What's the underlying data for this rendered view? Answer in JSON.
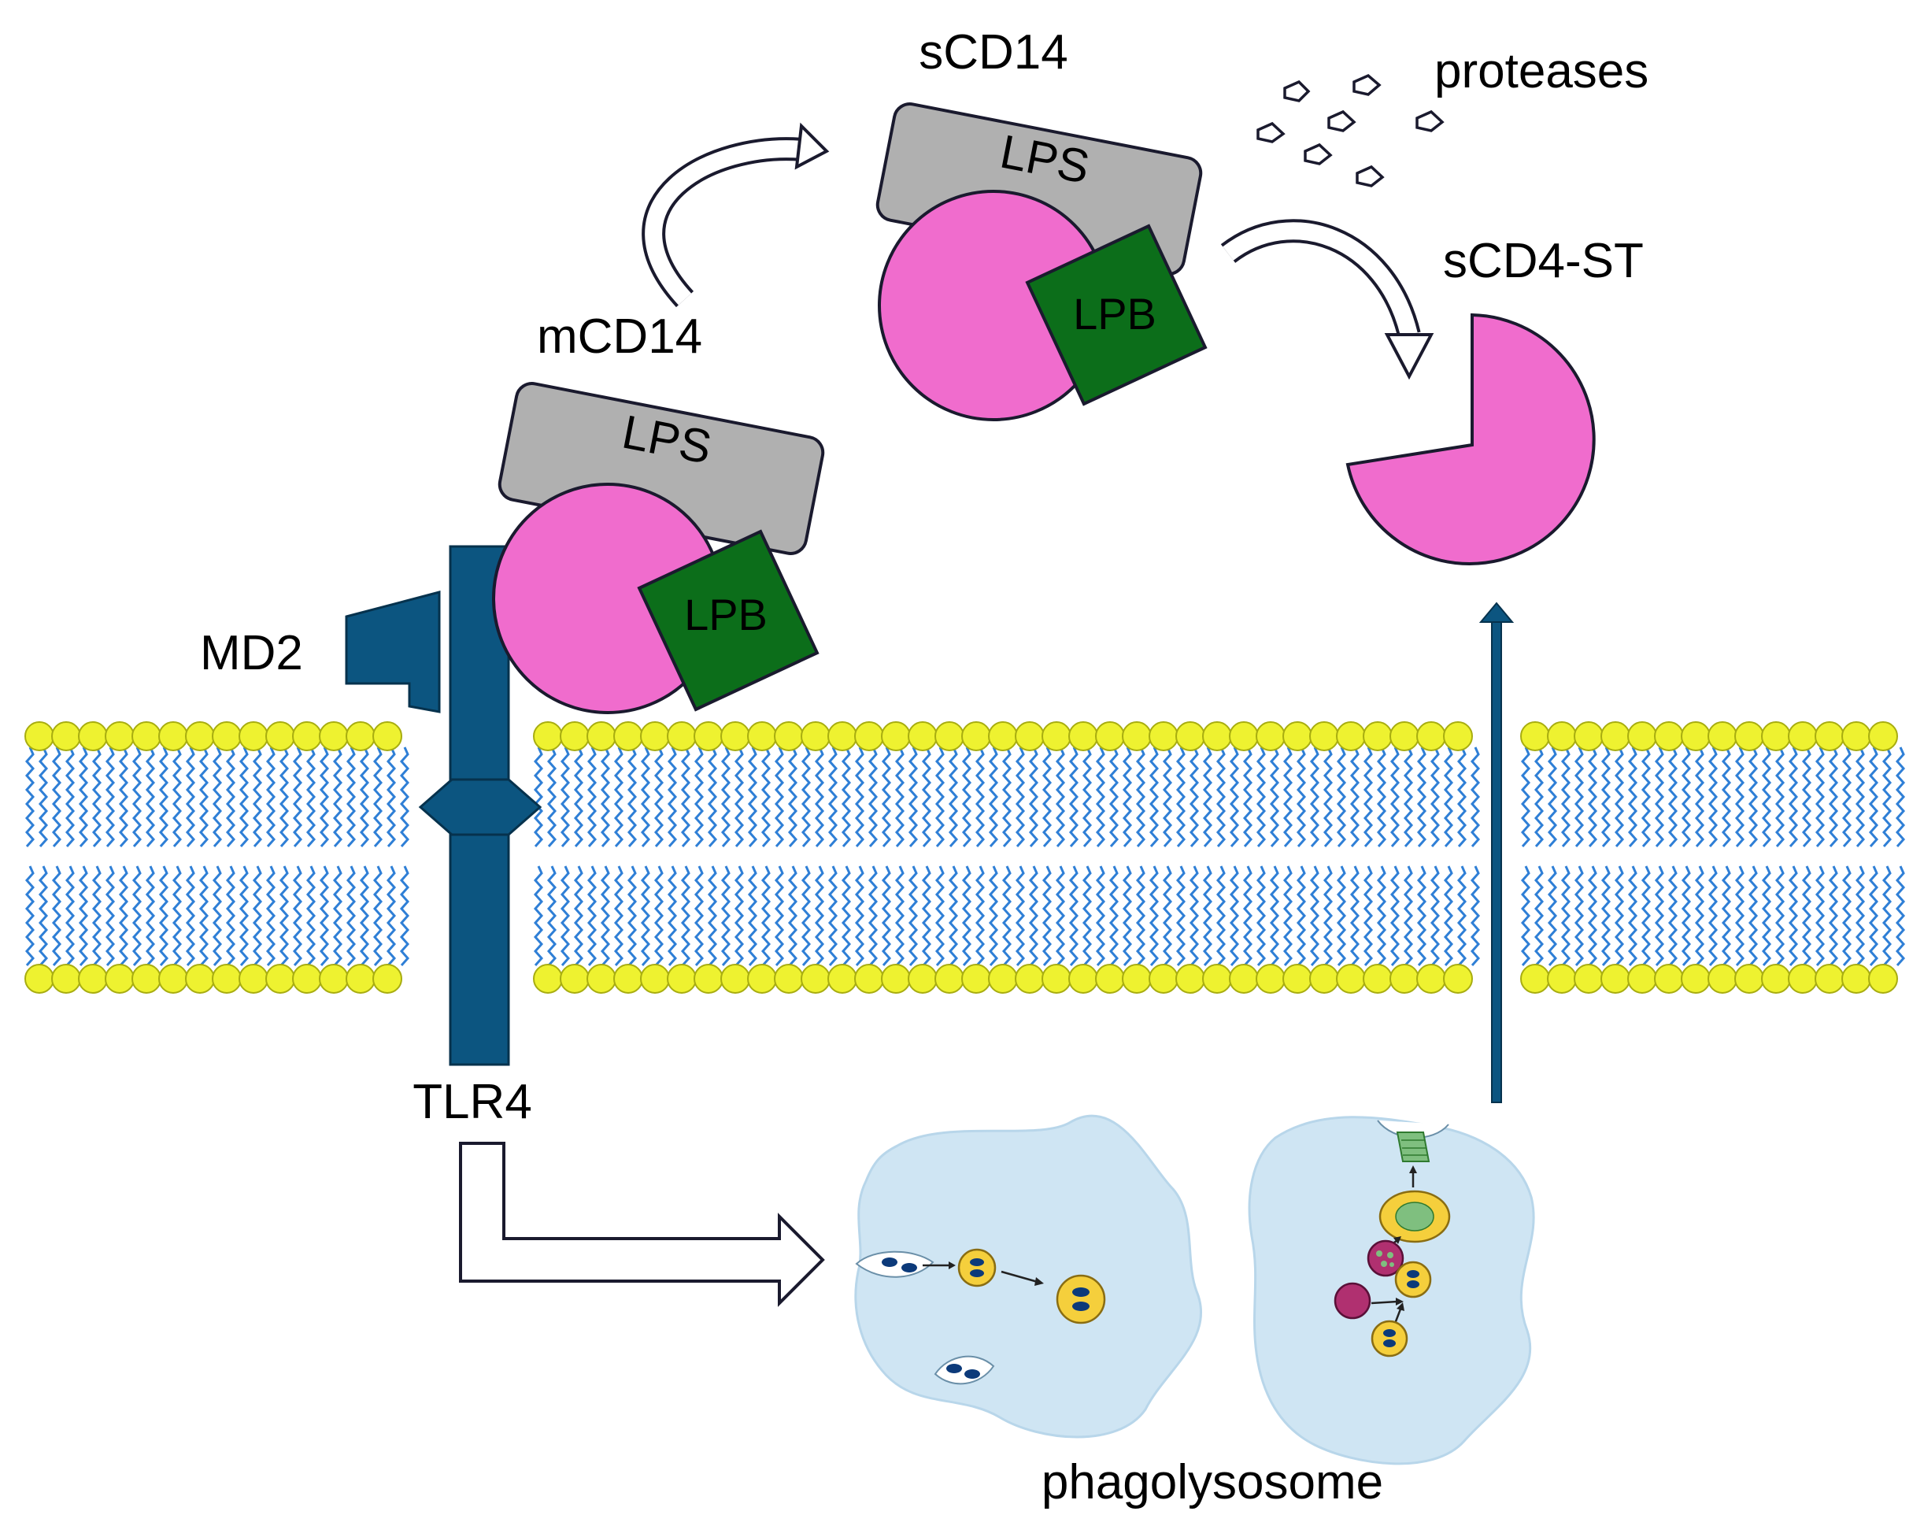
{
  "labels": {
    "sCD14": "sCD14",
    "proteases": "proteases",
    "mCD14": "mCD14",
    "sCD4_ST": "sCD4-ST",
    "MD2": "MD2",
    "TLR4": "TLR4",
    "phagolysosome": "phagolysosome",
    "lps_mcd14": "LPS",
    "lpb_mcd14": "LPB",
    "lps_scd14": "LPS",
    "lpb_scd14": "LPB"
  },
  "colors": {
    "cd14_pink": "#f06ccd",
    "lps_gray": "#b0b0b0",
    "lpb_green": "#0c6e1a",
    "receptor_blue": "#0c5580",
    "lipid_head": "#eef230",
    "lipid_tail": "#2f7fd6",
    "cell_fill": "#cfe5f3",
    "vesicle_yellow": "#f5cf3c"
  }
}
